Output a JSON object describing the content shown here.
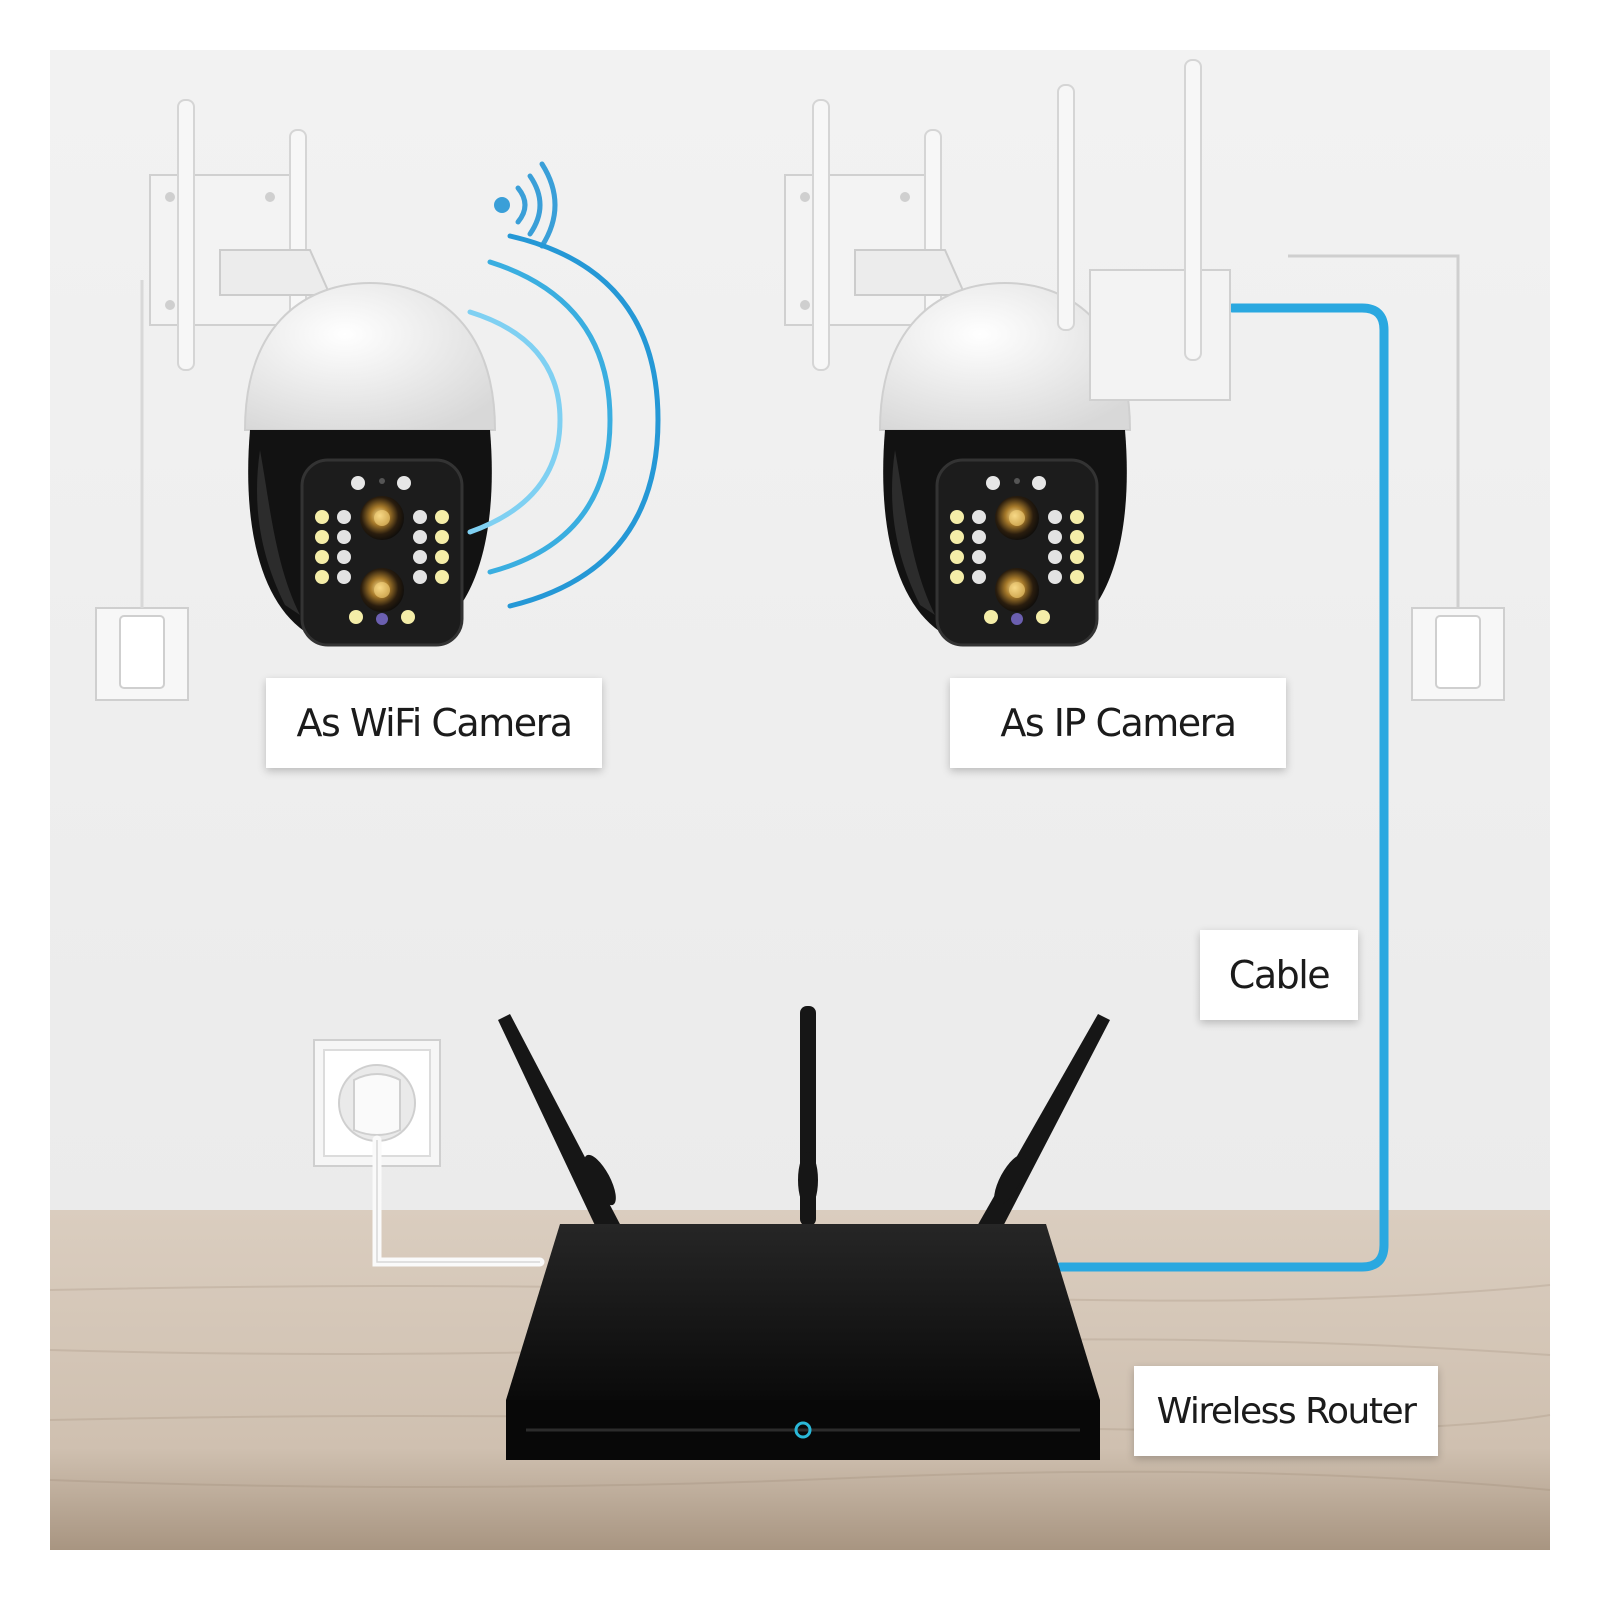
{
  "labels": {
    "wifi_camera": "As WiFi Camera",
    "ip_camera": "As IP Camera",
    "cable": "Cable",
    "router": "Wireless Router"
  },
  "colors": {
    "wall": "#eeeeee",
    "floor": "#d6c9bb",
    "cable": "#2aa8e0",
    "wifi_waves": "#3aaee0",
    "camera_dome": "#f5f5f5",
    "camera_body": "#111111",
    "led_warm": "#f4eda8",
    "router_body": "#0d0d0d"
  },
  "icons": {
    "wifi_signal": "wifi-signal-icon",
    "power_socket": "power-socket-icon",
    "wall_outlet": "wall-outlet-icon"
  }
}
